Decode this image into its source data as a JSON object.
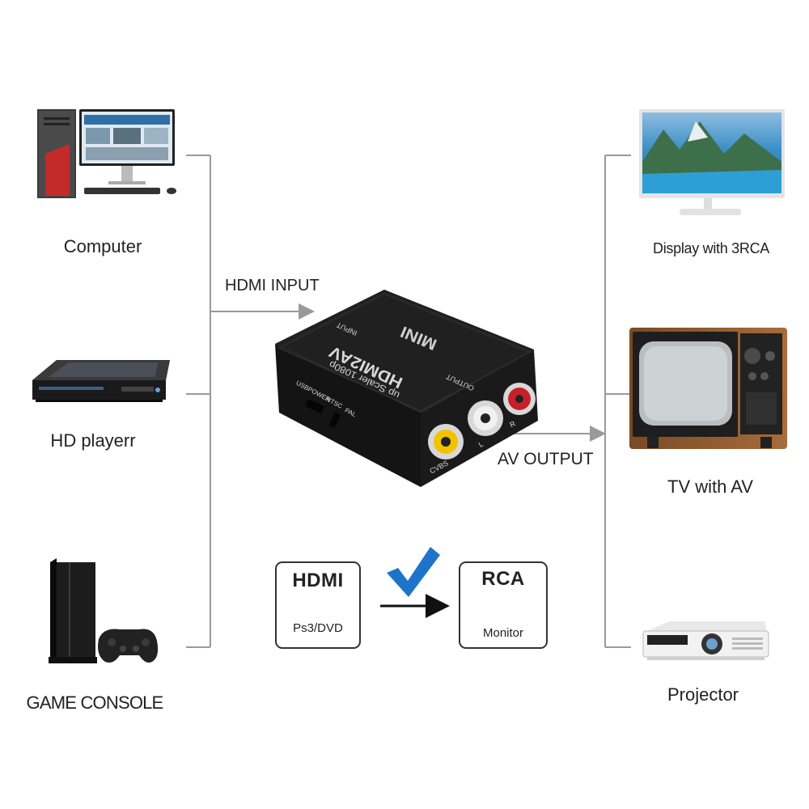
{
  "sources": [
    {
      "label": "Computer",
      "icon": "computer-icon"
    },
    {
      "label": "HD playerr",
      "icon": "bluray-player-icon"
    },
    {
      "label": "GAME CONSOLE",
      "icon": "game-console-icon"
    }
  ],
  "outputs": [
    {
      "label": "Display with 3RCA",
      "icon": "display-monitor-icon"
    },
    {
      "label": "TV with AV",
      "icon": "retro-tv-icon"
    },
    {
      "label": "Projector",
      "icon": "projector-icon"
    }
  ],
  "input_label": "HDMI INPUT",
  "output_label": "AV OUTPUT",
  "device": {
    "brand": "MINI",
    "model": "HDMI2AV",
    "subtitle": "up Scaler 1080p",
    "input_port": "INPUT",
    "output_port": "OUTPUT",
    "usb_port": "USBPOWER",
    "switch_ntsc": "NTSC",
    "switch_pal": "PAL",
    "jack_left": "L",
    "jack_right": "R",
    "jack_cvbs": "CVBS"
  },
  "legend": {
    "hdmi_title": "HDMI",
    "hdmi_sub": "Ps3/DVD",
    "rca_title": "RCA",
    "rca_sub": "Monitor",
    "check_color": "#1e74c9"
  },
  "colors": {
    "line": "#9a9a9a",
    "device_body": "#1c1c1c",
    "jack_yellow": "#f2c200",
    "jack_white": "#f0f0f0",
    "jack_red": "#c8202a"
  }
}
